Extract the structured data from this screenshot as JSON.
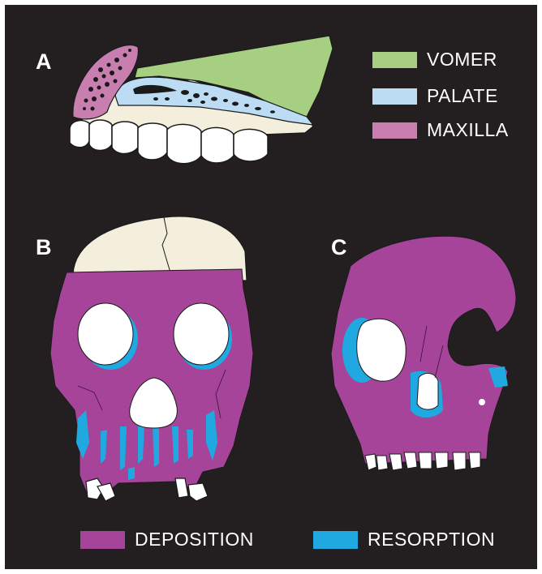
{
  "panels": {
    "a": "A",
    "b": "B",
    "c": "C"
  },
  "legend_top": [
    {
      "label": "VOMER",
      "color": "#a7cf81"
    },
    {
      "label": "PALATE",
      "color": "#bcdcf3"
    },
    {
      "label": "MAXILLA",
      "color": "#c87fb0"
    }
  ],
  "legend_bottom": [
    {
      "label": "DEPOSITION",
      "color": "#a6449a"
    },
    {
      "label": "RESORPTION",
      "color": "#1fa9e0"
    }
  ],
  "colors": {
    "background": "#231f20",
    "bone": "#f3efdc",
    "tooth": "#ffffff",
    "outline": "#1a1a1a"
  }
}
